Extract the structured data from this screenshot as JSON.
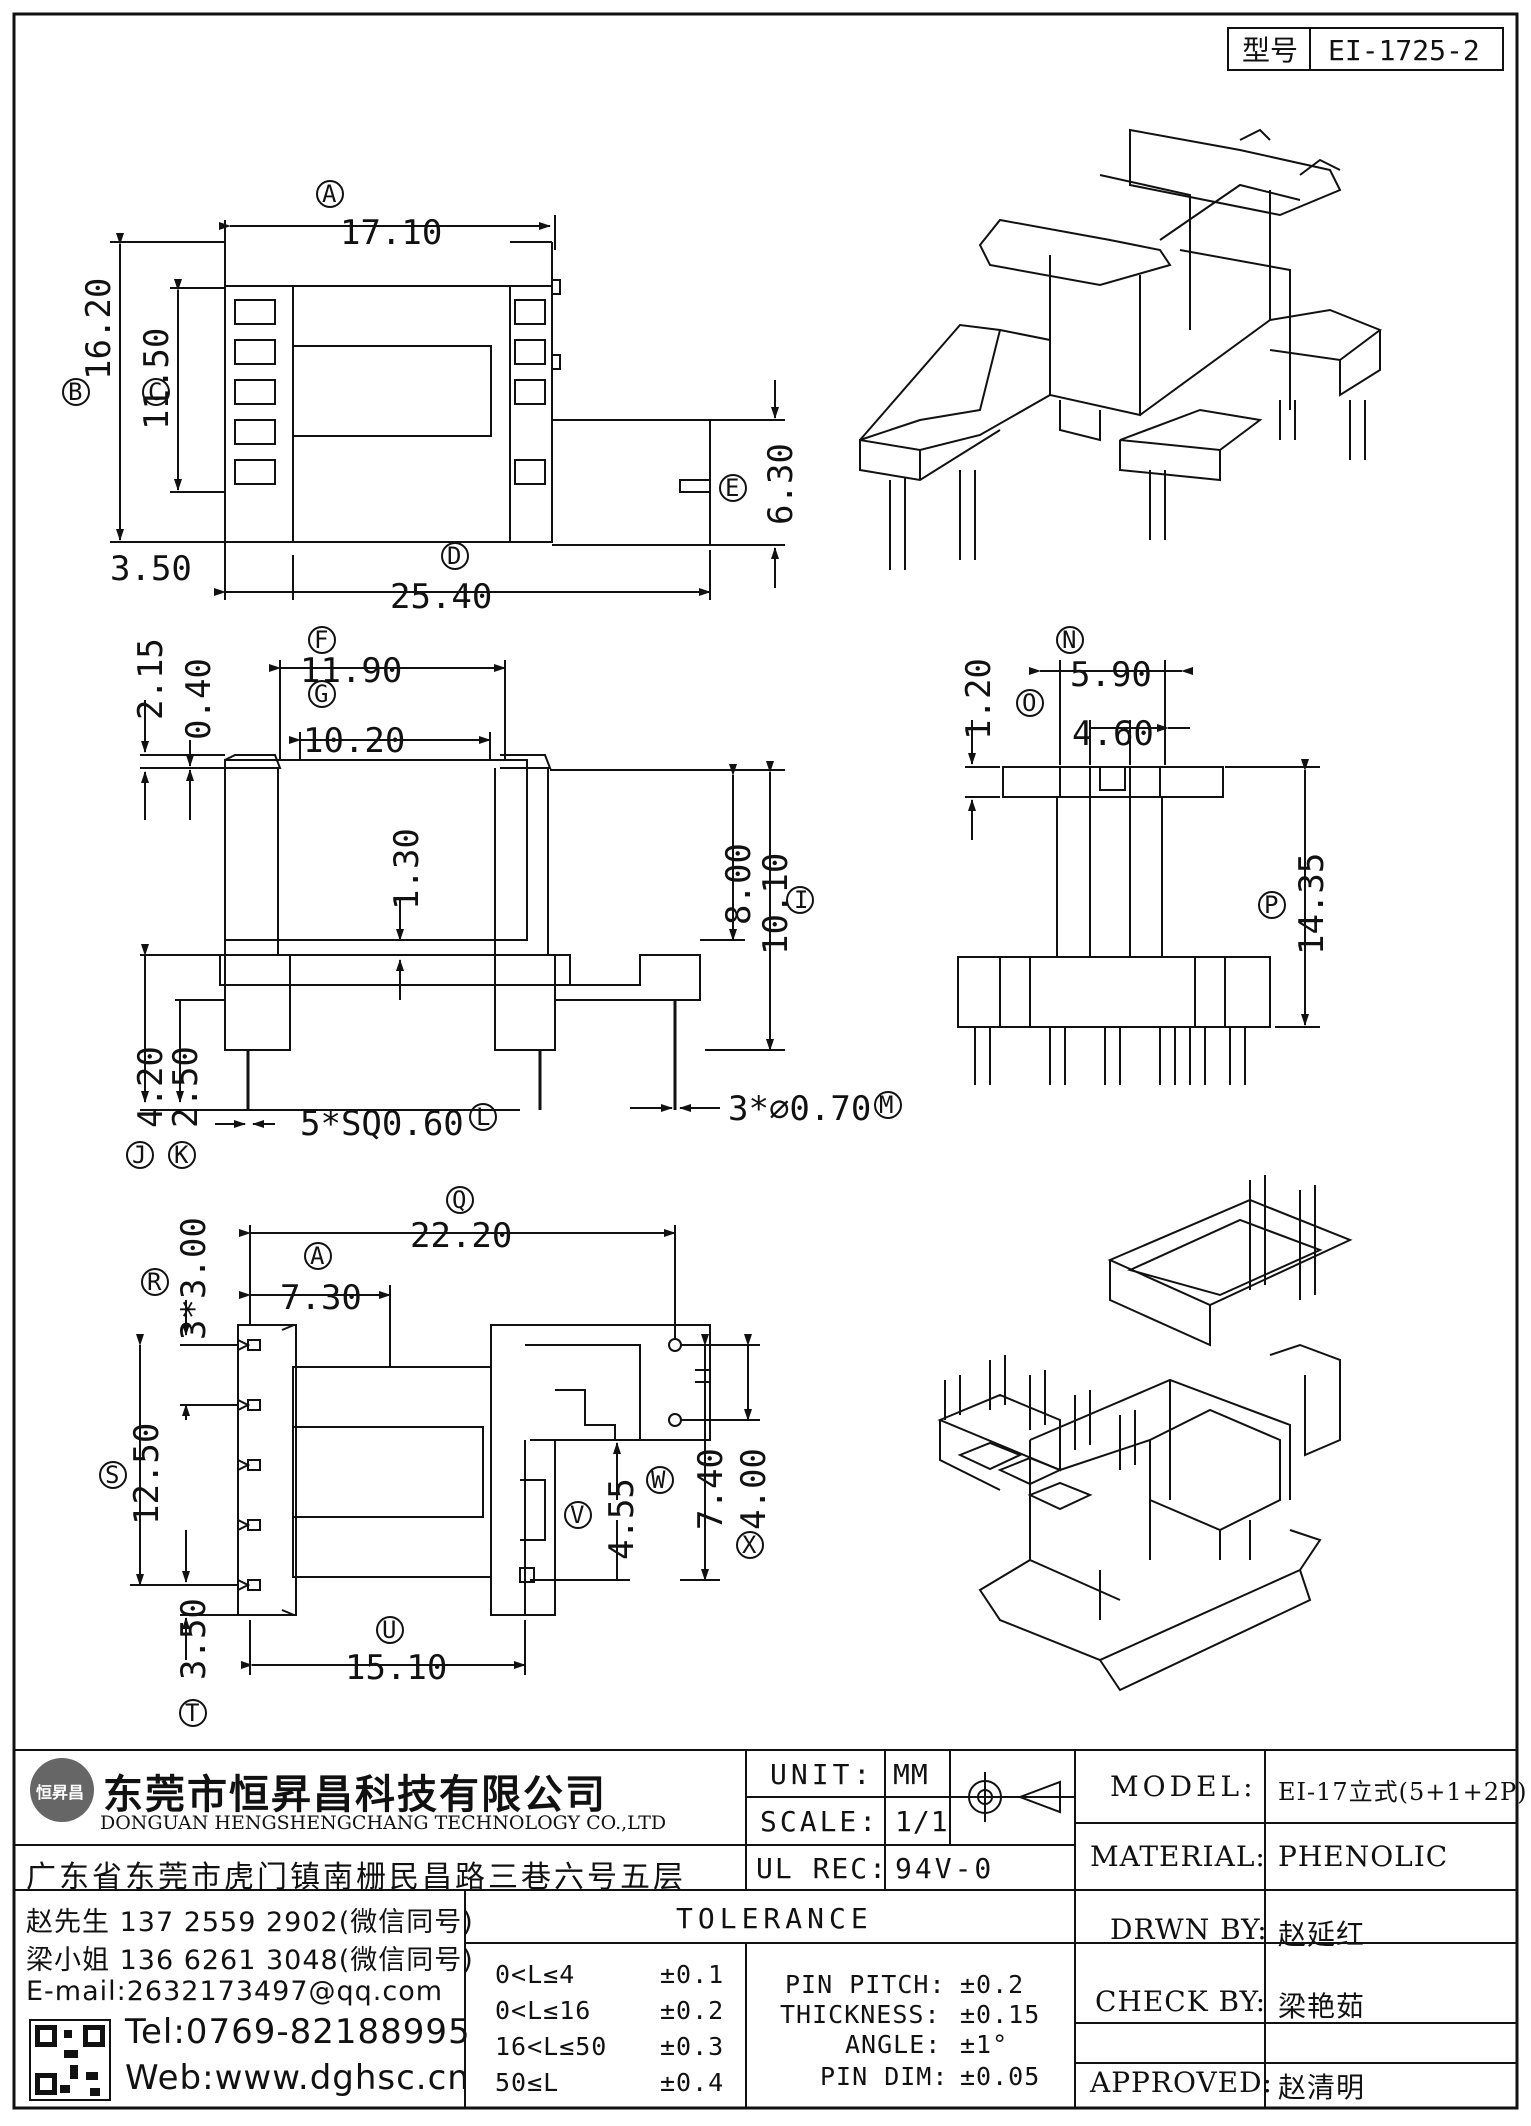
{
  "model_box": {
    "label": "型号",
    "value": "EI-1725-2"
  },
  "top_view": {
    "dims": {
      "A": "17.10",
      "B": "16.20",
      "C": "11.50",
      "D": "25.40",
      "E": "6.30",
      "left": "3.50"
    },
    "markers": {
      "A": "A",
      "B": "B",
      "C": "C",
      "D": "D",
      "E": "E"
    }
  },
  "front_view": {
    "dims": {
      "F": "11.90",
      "G": "10.20",
      "d215": "2.15",
      "d040": "0.40",
      "d130": "1.30",
      "d800": "8.00",
      "I": "10.10",
      "J": "4.20",
      "K": "2.50",
      "L": "5*SQ0.60",
      "M": "3*⌀0.70"
    },
    "markers": {
      "F": "F",
      "G": "G",
      "I": "I",
      "J": "J",
      "K": "K",
      "L": "L",
      "M": "M"
    }
  },
  "side_view": {
    "dims": {
      "N": "5.90",
      "O": "4.60",
      "d120": "1.20",
      "P": "14.35"
    },
    "markers": {
      "N": "N",
      "O": "O",
      "P": "P"
    }
  },
  "bottom_view": {
    "dims": {
      "Q": "22.20",
      "A": "7.30",
      "R": "3*3.00",
      "S": "12.50",
      "T": "3.50",
      "U": "15.10",
      "V": "4.55",
      "W": "7.40",
      "X": "4.00"
    },
    "markers": {
      "Q": "Q",
      "A": "A",
      "R": "R",
      "S": "S",
      "T": "T",
      "U": "U",
      "V": "V",
      "W": "W",
      "X": "X"
    }
  },
  "company": {
    "name_cn": "东莞市恒昇昌科技有限公司",
    "name_en": "DONGUAN HENGSHENGCHANG TECHNOLOGY CO.,LTD",
    "address": "广东省东莞市虎门镇南栅民昌路三巷六号五层",
    "contact1": "赵先生 137 2559 2902(微信同号)",
    "contact2": "梁小姐 136 6261 3048(微信同号)",
    "email": "E-mail:2632173497@qq.com",
    "tel": "Tel:0769-82188995",
    "web": "Web:www.dghsc.cn"
  },
  "title_block": {
    "unit_label": "UNIT:",
    "unit_value": "MM",
    "scale_label": "SCALE:",
    "scale_value": "1/1",
    "ulrec_label": "UL REC:",
    "ulrec_value": "94V-0",
    "model_label": "MODEL:",
    "model_value": "EI-17立式(5+1+2P)",
    "material_label": "MATERIAL:",
    "material_value": "PHENOLIC",
    "drwn_label": "DRWN BY:",
    "drwn_value": "赵延红",
    "check_label": "CHECK BY:",
    "check_value": "梁艳茹",
    "approved_label": "APPROVED:",
    "approved_value": "赵清明"
  },
  "tolerance": {
    "title": "TOLERANCE",
    "rows": [
      {
        "range": "0<L≤4",
        "value": "±0.1"
      },
      {
        "range": "0<L≤16",
        "value": "±0.2"
      },
      {
        "range": "16<L≤50",
        "value": "±0.3"
      },
      {
        "range": "50≤L",
        "value": "±0.4"
      }
    ],
    "specs": [
      {
        "label": "PIN PITCH:",
        "value": "±0.2"
      },
      {
        "label": "THICKNESS:",
        "value": "±0.15"
      },
      {
        "label": "ANGLE:",
        "value": "±1°"
      },
      {
        "label": "PIN DIM:",
        "value": "±0.05"
      }
    ]
  }
}
